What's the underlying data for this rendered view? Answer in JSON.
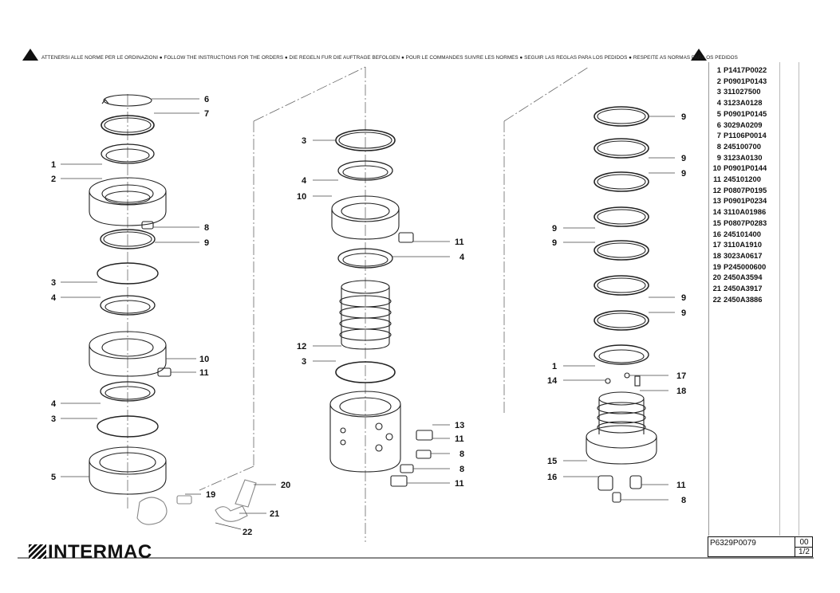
{
  "warning": {
    "text": "ATTENERSI ALLE NORME PER LE ORDINAZIONI ● FOLLOW THE INSTRUCTIONS FOR THE ORDERS ● DIE REGELN FUR DIE AUFTRAGE BEFOLGEN ● POUR LE COMMANDES SUIVRE LES NORMES ● SEGUIR LAS REGLAS PARA LOS PEDIDOS ● RESPEITE AS NORMAS PARA OS PEDIDOS"
  },
  "callouts": {
    "c6": "6",
    "c7": "7",
    "c1a": "1",
    "c2": "2",
    "c8a": "8",
    "c9a": "9",
    "c3a": "3",
    "c4a": "4",
    "c10a": "10",
    "c11a": "11",
    "c4b": "4",
    "c3b": "3",
    "c5": "5",
    "c19": "19",
    "c20": "20",
    "c21": "21",
    "c22": "22",
    "c3c": "3",
    "c4c": "4",
    "c10b": "10",
    "c11b": "11",
    "c4d": "4",
    "c12": "12",
    "c3d": "3",
    "c13": "13",
    "c11c": "11",
    "c8b": "8",
    "c8c": "8",
    "c11d": "11",
    "c9b": "9",
    "c9c": "9",
    "c9d": "9",
    "c9e": "9",
    "c9f": "9",
    "c9g": "9",
    "c9h": "9",
    "c1b": "1",
    "c14": "14",
    "c17": "17",
    "c18": "18",
    "c15": "15",
    "c16": "16",
    "c11e": "11",
    "c8d": "8"
  },
  "parts": [
    {
      "num": "1",
      "code": "P1417P0022"
    },
    {
      "num": "2",
      "code": "P0901P0143"
    },
    {
      "num": "3",
      "code": "311027500"
    },
    {
      "num": "4",
      "code": "3123A0128"
    },
    {
      "num": "5",
      "code": "P0901P0145"
    },
    {
      "num": "6",
      "code": "3029A0209"
    },
    {
      "num": "7",
      "code": "P1106P0014"
    },
    {
      "num": "8",
      "code": "245100700"
    },
    {
      "num": "9",
      "code": "3123A0130"
    },
    {
      "num": "10",
      "code": "P0901P0144"
    },
    {
      "num": "11",
      "code": "245101200"
    },
    {
      "num": "12",
      "code": "P0807P0195"
    },
    {
      "num": "13",
      "code": "P0901P0234"
    },
    {
      "num": "14",
      "code": "3110A01986"
    },
    {
      "num": "15",
      "code": "P0807P0283"
    },
    {
      "num": "16",
      "code": "245101400"
    },
    {
      "num": "17",
      "code": "3110A1910"
    },
    {
      "num": "18",
      "code": "3023A0617"
    },
    {
      "num": "19",
      "code": "P245000600"
    },
    {
      "num": "20",
      "code": "2450A3594"
    },
    {
      "num": "21",
      "code": "2450A3917"
    },
    {
      "num": "22",
      "code": "2450A3886"
    }
  ],
  "title_block": {
    "doc_code": "P6329P0079",
    "revision": "00",
    "sheet": "1/2"
  },
  "brand": {
    "name": "INTERMAC"
  }
}
